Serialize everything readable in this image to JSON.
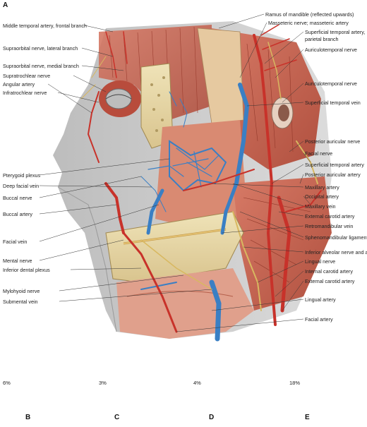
{
  "figure": {
    "panel_a_letter": "A",
    "left_labels": [
      "Middle temporal artery, frontal branch",
      "Supraorbital nerve, lateral branch",
      "Supraorbital nerve, medial branch",
      "Supratrochlear nerve",
      "Angular artery",
      "Infratrochlear nerve",
      "Pterygoid plexus",
      "Deep facial vein",
      "Buccal nerve",
      "Buccal artery",
      "Facial vein",
      "Mental nerve",
      "Inferior dental plexus",
      "Mylohyoid nerve",
      "Submental vein"
    ],
    "right_labels": [
      "Ramus of mandible (reflected upwards)",
      "Masseteric nerve; masseteric artery",
      "Superficial temporal artery,",
      "parietal branch",
      "Auriculotemporal nerve",
      "Auriculotemporal nerve",
      "Superficial temporal vein",
      "Posterior auricular nerve",
      "Facial nerve",
      "Superficial temporal artery",
      "Posterior auricular artery",
      "Maxillary artery",
      "Occipital artery",
      "Maxillary vein",
      "External carotid artery",
      "Retromandibular vein",
      "Sphenomandibular ligament",
      "Inferior alveolar nerve and artery",
      "Lingual nerve",
      "Internal carotid artery",
      "External carotid artery",
      "Lingual artery",
      "Facial artery"
    ],
    "variations": [
      {
        "letter": "B",
        "percent": "6%"
      },
      {
        "letter": "C",
        "percent": "3%"
      },
      {
        "letter": "D",
        "percent": "4%"
      },
      {
        "letter": "E",
        "percent": "18%"
      }
    ],
    "colors": {
      "artery": "#c8322a",
      "vein": "#3a7fc4",
      "nerve": "#e8c878",
      "muscle": "#c86a5a",
      "bone": "#e9d9a8",
      "skin": "#d0d0d0"
    }
  }
}
